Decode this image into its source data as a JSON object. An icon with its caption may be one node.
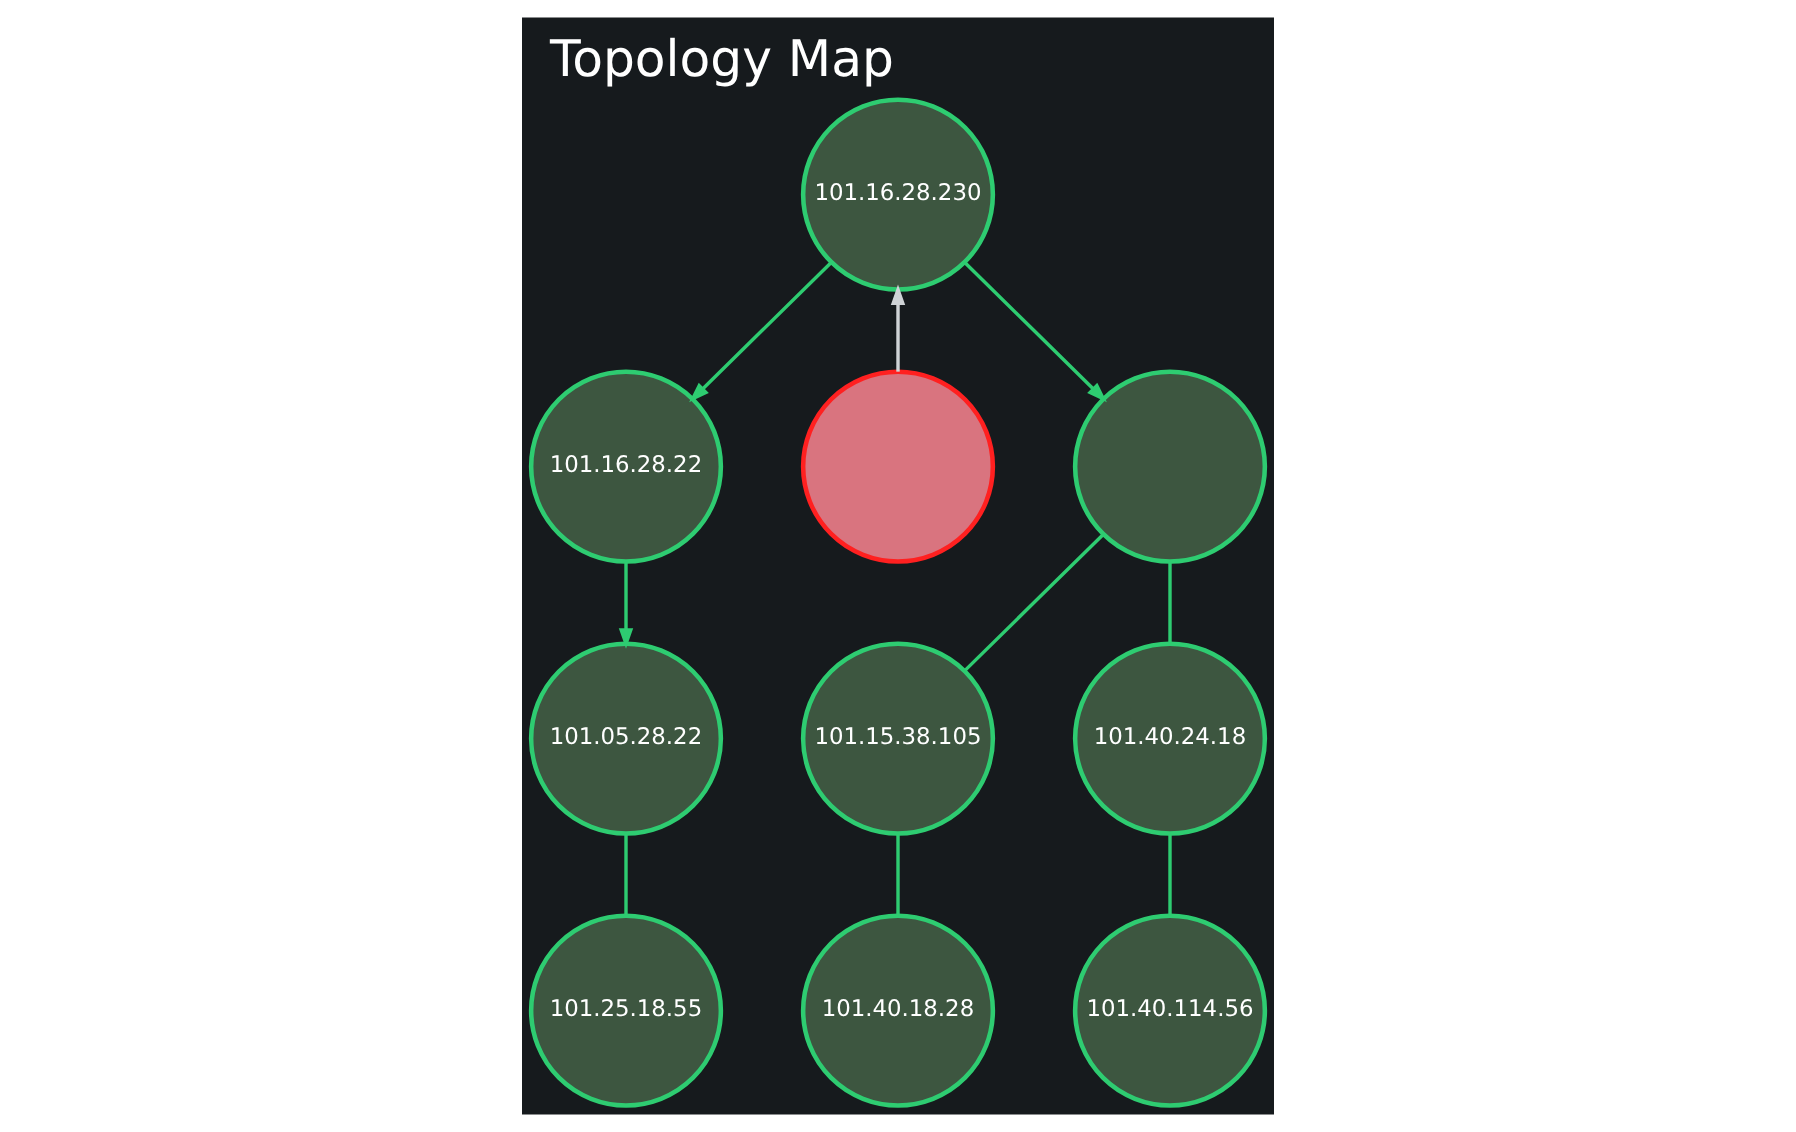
{
  "diagram": {
    "title": "Topology Map",
    "nodes": [
      {
        "text": [
          "101.16.28.230"
        ]
      },
      {
        "text": [
          "101.16.28.22"
        ]
      },
      {
        "text": [],
        "shape": "circle"
      },
      {
        "text": [],
        "shape": "circle"
      },
      {
        "text": [
          "101.05.28.22"
        ]
      },
      {
        "text": [
          "101.15.38.105"
        ]
      },
      {
        "text": [
          "101.40.24.18"
        ]
      },
      {
        "text": [
          "101.25.18.55"
        ]
      },
      {
        "text": [
          "101.40.18.28"
        ]
      },
      {
        "text": [
          "101.40.114.56"
        ]
      }
    ],
    "edges": [
      {
        "from": 0,
        "to": 1,
        "arrow": "to"
      },
      {
        "from": 2,
        "to": 0,
        "arrow": "to",
        "color": "#cfd3d6"
      },
      {
        "from": 0,
        "to": 3,
        "arrow": "to"
      },
      {
        "from": 1,
        "to": 4,
        "arrow": "to"
      },
      {
        "from": 4,
        "to": 7,
        "arrow": "none"
      },
      {
        "from": 3,
        "to": 5,
        "arrow": "none"
      },
      {
        "from": 3,
        "to": 6,
        "arrow": "none"
      },
      {
        "from": 5,
        "to": 8,
        "arrow": "none"
      },
      {
        "from": 6,
        "to": 9,
        "arrow": "none"
      }
    ]
  }
}
